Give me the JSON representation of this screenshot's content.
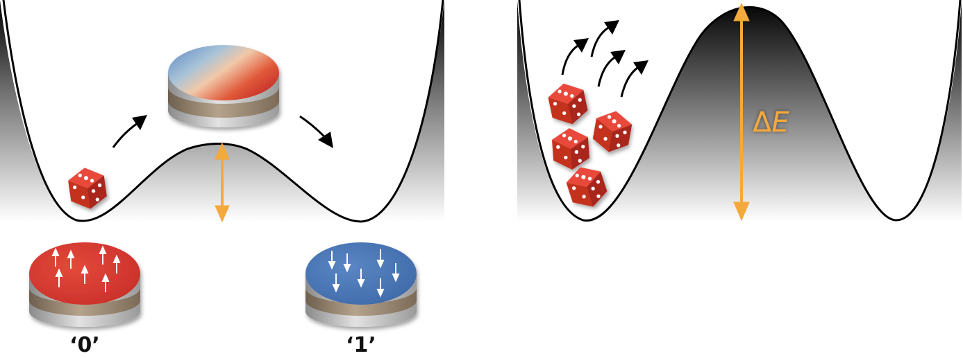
{
  "labels": {
    "state_zero": "‘0’",
    "state_one": "‘1’",
    "energy_symbol": "Δ",
    "energy_var": "E"
  },
  "colors": {
    "magnet_red": "#d93a2e",
    "magnet_blue": "#4d79b8",
    "die_red": "#d7382a",
    "energy_arrow": "#f4a93c",
    "well_line": "#000000"
  },
  "icons": {
    "spin_up": "arrow-up",
    "spin_down": "arrow-down",
    "die": "die-cube"
  }
}
